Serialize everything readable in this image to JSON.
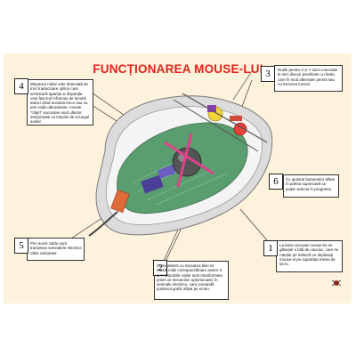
{
  "title": "FUNCȚIONAREA MOUSE-LUI",
  "callouts": [
    {
      "num": "1",
      "text": "La baza carcasei mouse-lui se găsește o bilă de cauciuc, care se rotește pe măsură ce deplasați mouse-ul pe suprafața mesei de lucru."
    },
    {
      "num": "2",
      "text": "Concomitent cu mișcarea bilei se mișcă roțile corespunzătoare axelor X și Y. Mișcările roților sunt transformate printr-un mecanism optomecanic în semnale electrice, care comandă pointerul grafic afișat pe ecran."
    },
    {
      "num": "3",
      "text": "Roțile pentru X și Y sunt conectate la mici discuri prevăzute cu fante, care în mod alternativ permit sau nu trecerea luminii."
    },
    {
      "num": "4",
      "text": "Mișcarea roților este detectată de mici traductoare optice care sesizează apariția și dispariția unui fascicol infraroșu de lumină atunci când aceasta trece sau nu prin roțile obturatoare. Aceste \"clipiri\" succesive sunt ulterior interpretate ca mișcări de-a lungul axelor."
    },
    {
      "num": "5",
      "text": "Prin acest cablu sunt transmise semnalele electrice către calculator."
    },
    {
      "num": "6",
      "text": "Cu ajutorul butoanelor aflate în partea superioară se poate selecta în programe."
    }
  ],
  "colors": {
    "title": "#e2231a",
    "background": "#fdf2dc",
    "board": "#5a9e6f"
  }
}
